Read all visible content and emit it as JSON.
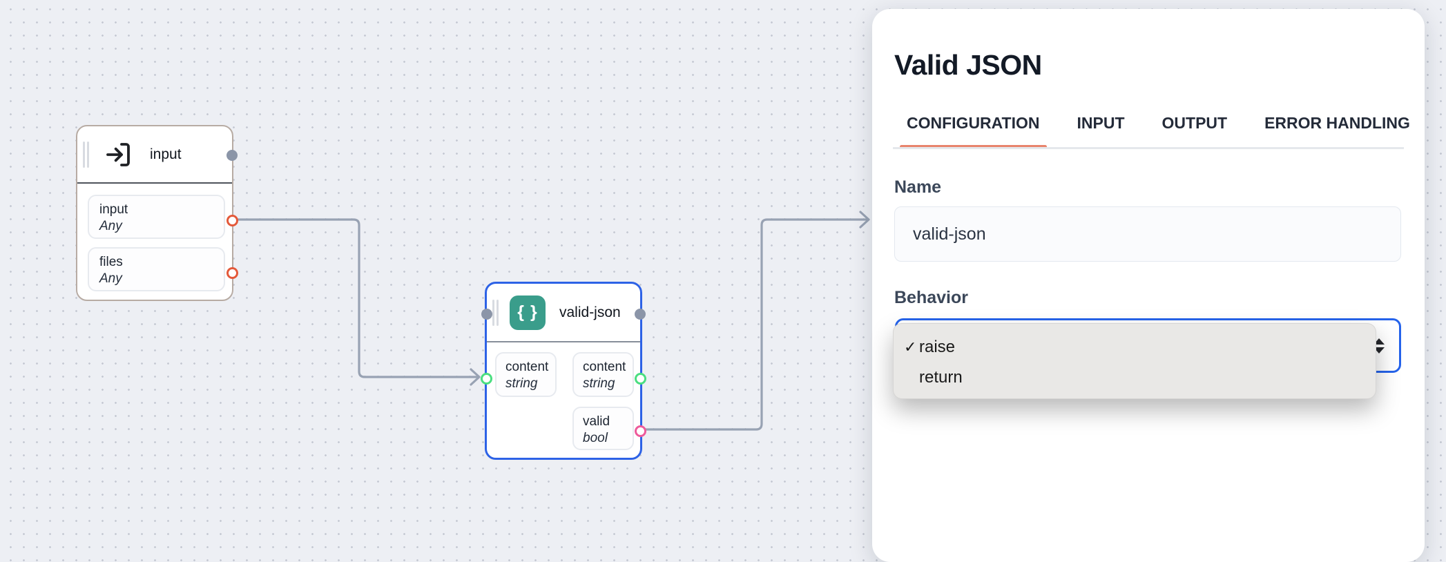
{
  "canvas": {
    "nodes": [
      {
        "title": "input",
        "icon": "log-in-icon",
        "output_ports": [
          {
            "name": "input",
            "type": "Any"
          },
          {
            "name": "files",
            "type": "Any"
          }
        ]
      },
      {
        "title": "valid-json",
        "icon": "braces-icon",
        "icon_glyph": "{ }",
        "input_ports": [
          {
            "name": "content",
            "type": "string"
          }
        ],
        "output_ports": [
          {
            "name": "content",
            "type": "string"
          },
          {
            "name": "valid",
            "type": "bool"
          }
        ]
      }
    ]
  },
  "panel": {
    "title": "Valid JSON",
    "tabs": [
      {
        "label": "CONFIGURATION",
        "active": true
      },
      {
        "label": "INPUT",
        "active": false
      },
      {
        "label": "OUTPUT",
        "active": false
      },
      {
        "label": "ERROR HANDLING",
        "active": false
      }
    ],
    "name_field": {
      "label": "Name",
      "value": "valid-json"
    },
    "behavior_field": {
      "label": "Behavior",
      "selected": "raise"
    }
  },
  "dropdown_menu": {
    "check_glyph": "✓",
    "items": [
      {
        "label": "raise",
        "checked": true
      },
      {
        "label": "return",
        "checked": false
      }
    ]
  },
  "colors": {
    "edge": "#98a2b3",
    "input_node_border": "#b7aba3",
    "selected_node_border": "#2d62e6",
    "teal_icon_bg": "#3a9d8b",
    "active_tab_bar": "#e8846c",
    "select_focus_border": "#2563eb",
    "port_any": "#e4593a",
    "port_string": "#4ade80",
    "port_bool": "#ee5a9b",
    "connector_dot": "#8b95a8"
  }
}
